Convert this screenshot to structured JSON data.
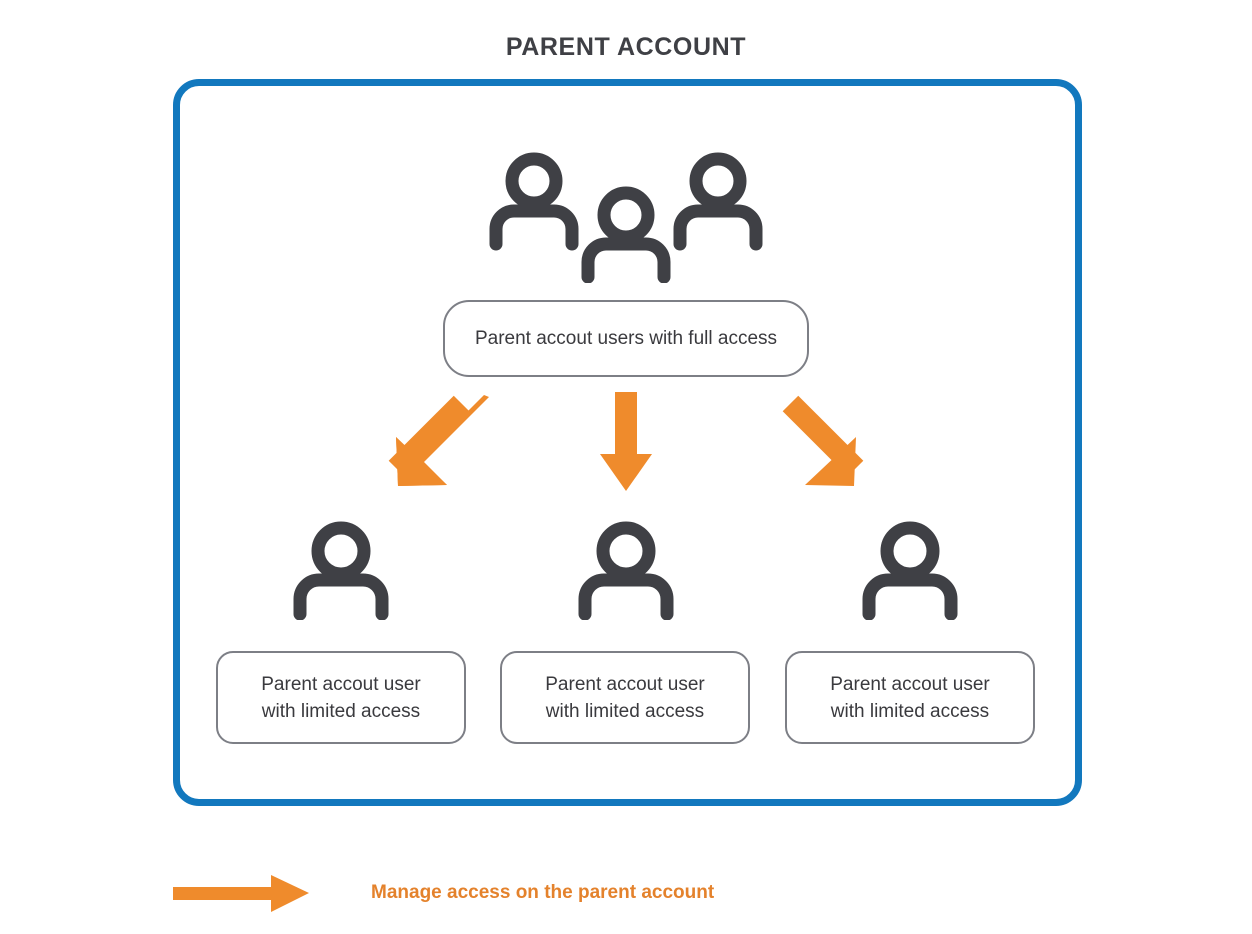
{
  "diagram": {
    "title": "PARENT ACCOUNT",
    "title_color": "#3f4045",
    "frame_color": "#1278be",
    "arrow_color": "#ef8b2c",
    "icon_color": "#3f4045",
    "box_border_color": "#7d7f86",
    "background_color": "#ffffff"
  },
  "top_node": {
    "icon": "three-people-icon",
    "label": "Parent accout users with full access"
  },
  "child_nodes": [
    {
      "icon": "person-icon",
      "label_line1": "Parent accout user",
      "label_line2": "with limited access"
    },
    {
      "icon": "person-icon",
      "label_line1": "Parent accout user",
      "label_line2": "with limited access"
    },
    {
      "icon": "person-icon",
      "label_line1": "Parent accout user",
      "label_line2": "with limited access"
    }
  ],
  "connectors": [
    {
      "name": "arrow-to-child-1",
      "direction": "down-left"
    },
    {
      "name": "arrow-to-child-2",
      "direction": "down"
    },
    {
      "name": "arrow-to-child-3",
      "direction": "down-right"
    }
  ],
  "legend": {
    "icon": "right-arrow-icon",
    "text": "Manage access on the parent account",
    "color": "#e4822c"
  }
}
